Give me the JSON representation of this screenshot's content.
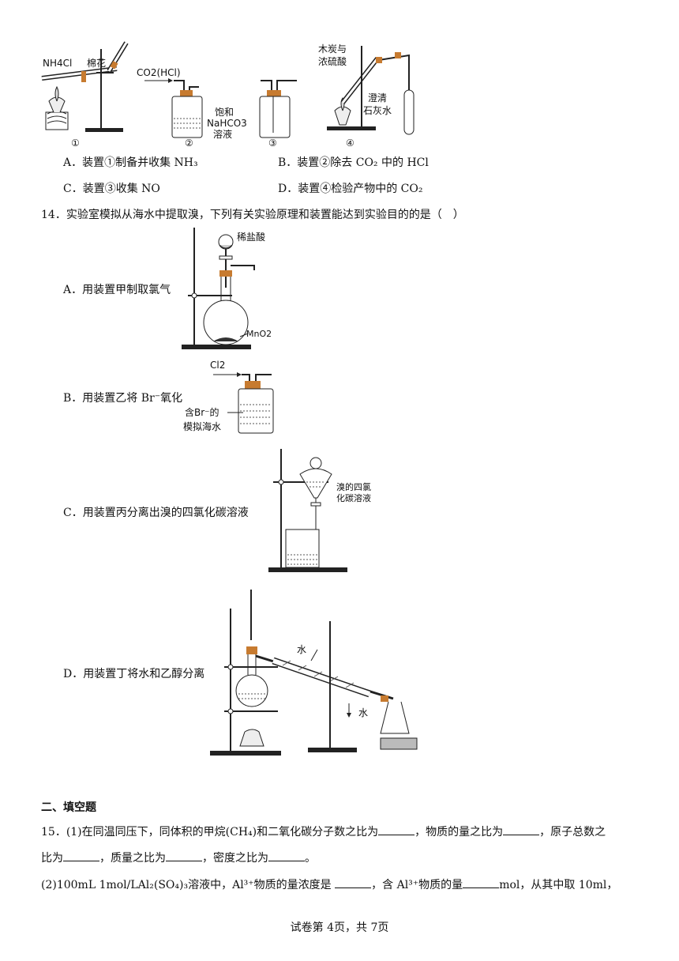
{
  "top_figures": {
    "fig1": {
      "label_nh4cl": "NH4Cl",
      "label_cotton": "棉花",
      "num": "①"
    },
    "fig2": {
      "label_gas": "CO2(HCl)",
      "label_sat1": "饱和",
      "label_sat2": "NaHCO3",
      "label_sat3": "溶液",
      "num": "②"
    },
    "fig3": {
      "num": "③"
    },
    "fig4": {
      "label_charcoal1": "木炭与",
      "label_charcoal2": "浓硫酸",
      "label_lime1": "澄清",
      "label_lime2": "石灰水",
      "num": "④"
    }
  },
  "q13_options": {
    "A": "A．装置①制备并收集 NH₃",
    "B": "B．装置②除去 CO₂ 中的 HCl",
    "C": "C．装置③收集 NO",
    "D": "D．装置④检验产物中的 CO₂"
  },
  "q14": {
    "stem": "14．实验室模拟从海水中提取溴，下列有关实验原理和装置能达到实验目的的是（　）",
    "A": "A．用装置甲制取氯气",
    "B": "B．用装置乙将 Br⁻氧化",
    "C": "C．用装置丙分离出溴的四氯化碳溶液",
    "D": "D．用装置丁将水和乙醇分离",
    "figA": {
      "label_acid": "稀盐酸",
      "label_mno2": "MnO2"
    },
    "figB": {
      "label_cl2": "Cl2",
      "label_sea1": "含Br⁻的",
      "label_sea2": "模拟海水"
    },
    "figC": {
      "label_sol1": "溴的四氯",
      "label_sol2": "化碳溶液"
    },
    "figD": {
      "label_water_in": "水",
      "label_water_out": "水"
    }
  },
  "section2": {
    "title": "二、填空题"
  },
  "q15": {
    "p1_a": "15．(1)在同温同压下，同体积的甲烷(CH₄)和二氧化碳分子数之比为",
    "p1_b": "，物质的量之比为",
    "p1_c": "，原子总数之",
    "p1_d": "比为",
    "p1_e": "，质量之比为",
    "p1_f": "，密度之比为",
    "p1_g": "。",
    "p2_a": "(2)100mL 1mol/LAl₂(SO₄)₃溶液中，Al³⁺物质的量浓度是 ",
    "p2_b": "，含 Al³⁺物质的量",
    "p2_c": "mol，从其中取 10ml，"
  },
  "footer": {
    "page": "试卷第 4页，共 7页"
  }
}
